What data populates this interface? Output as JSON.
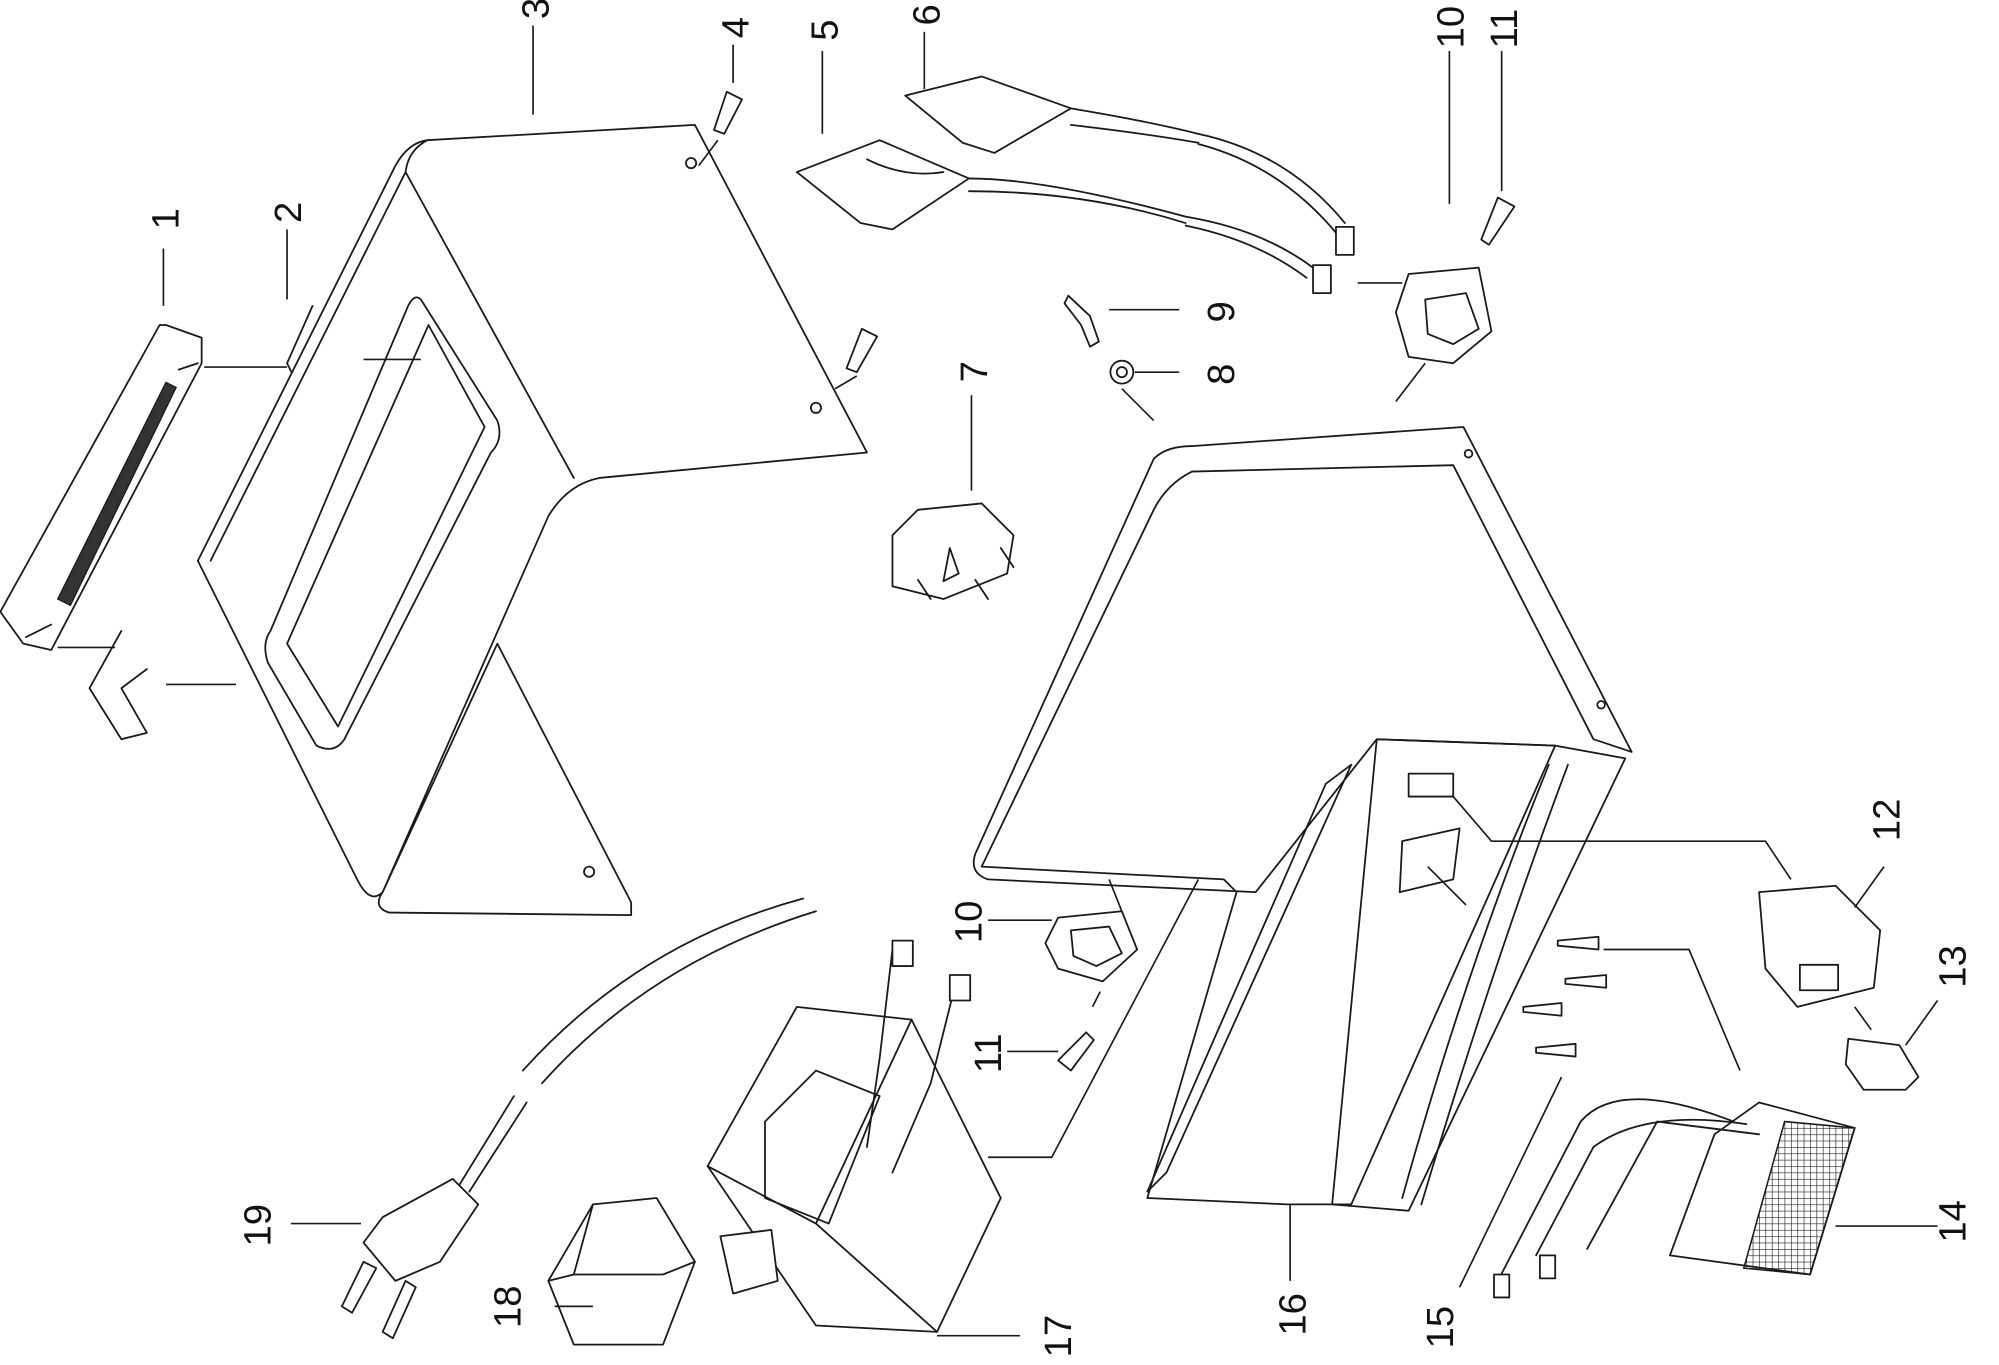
{
  "diagram": {
    "type": "exploded-parts-view",
    "callouts": [
      "1",
      "2",
      "3",
      "4",
      "5",
      "6",
      "7",
      "8",
      "9",
      "10",
      "11",
      "12",
      "13",
      "14",
      "15",
      "16",
      "17",
      "18",
      "19"
    ],
    "repeated_callouts": [
      "10",
      "11"
    ],
    "line_color": "#1a1a1a",
    "background": "#ffffff"
  }
}
